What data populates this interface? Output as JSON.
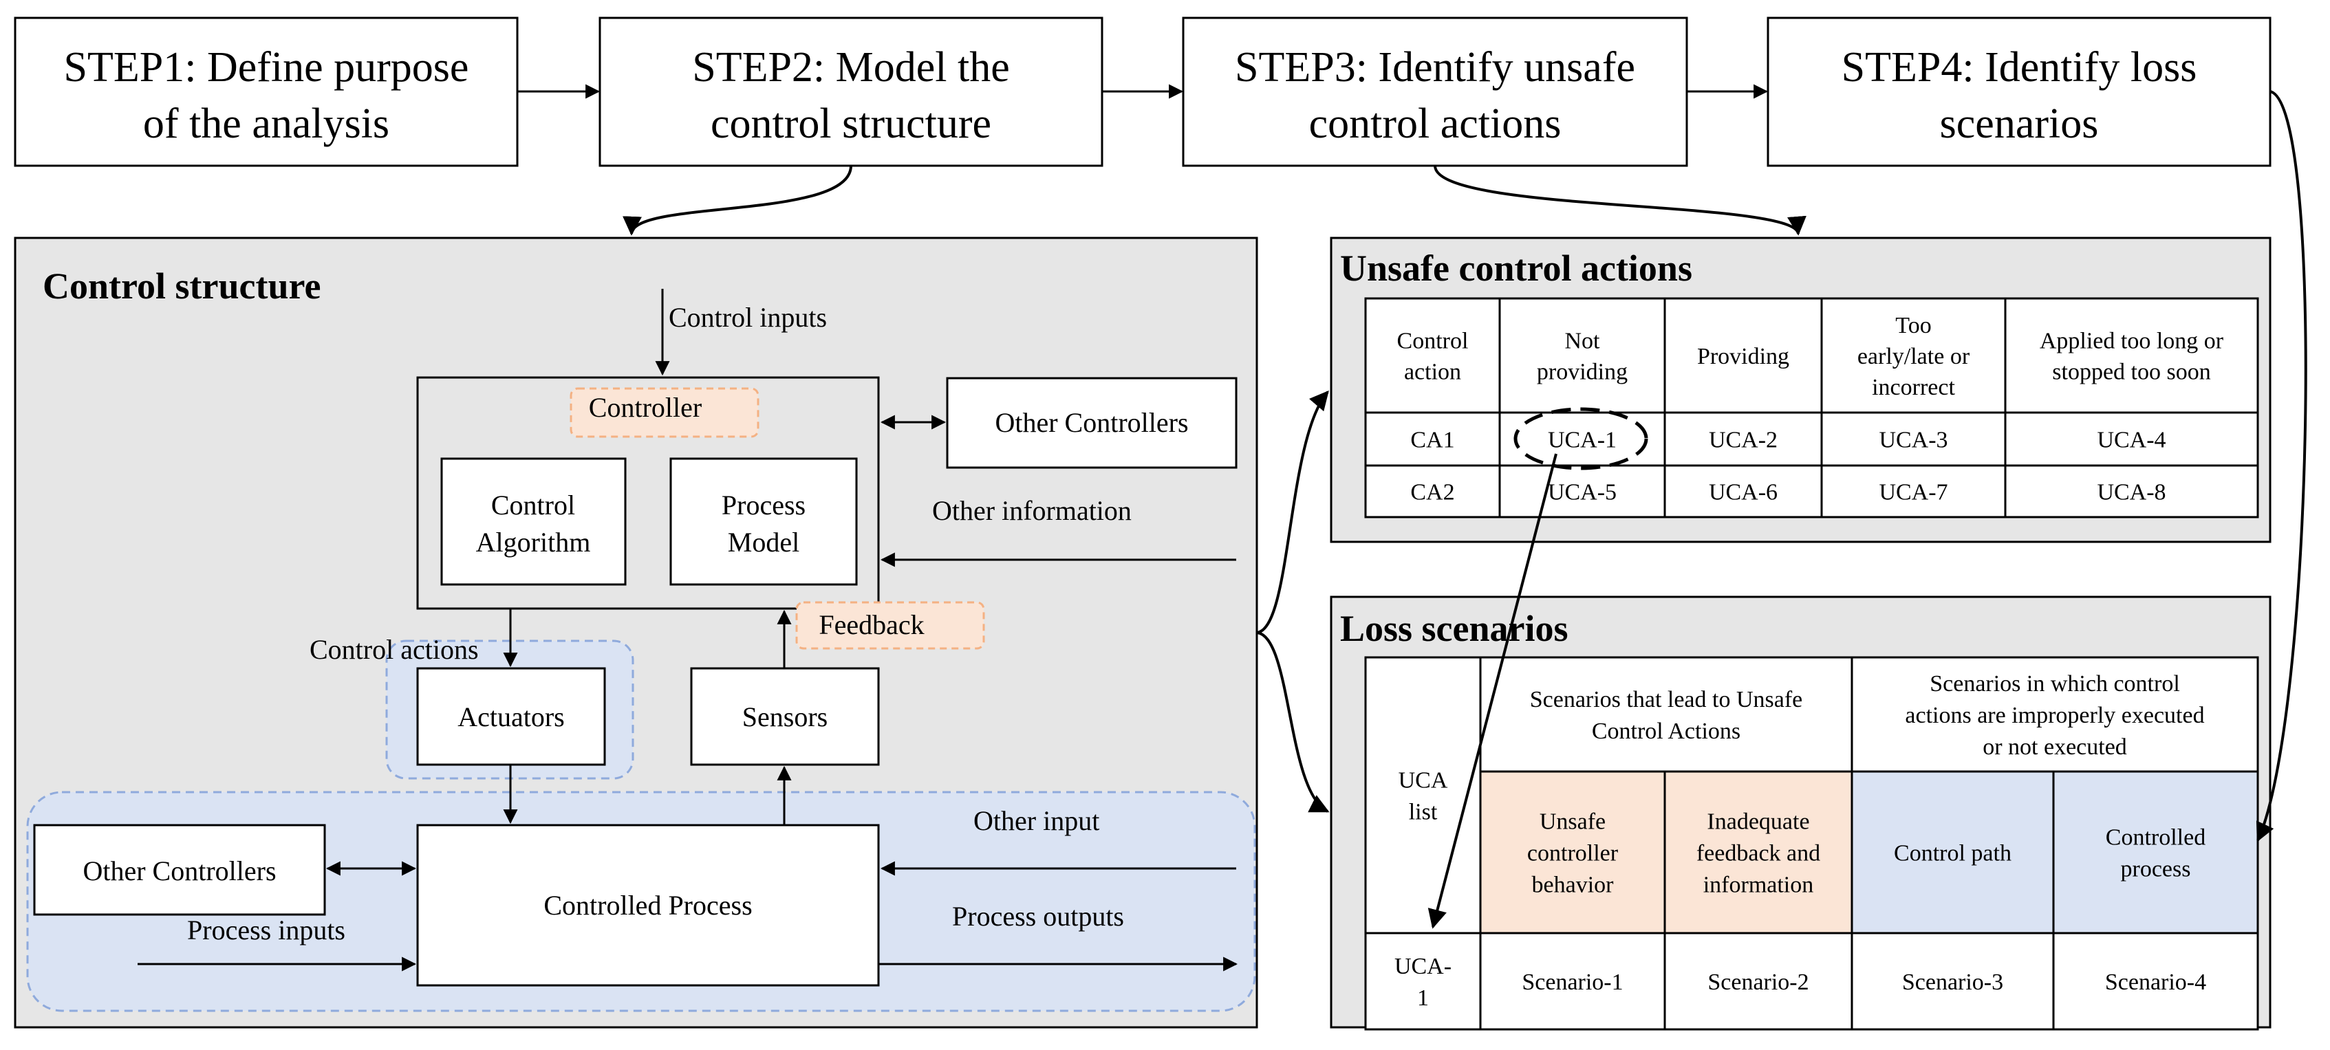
{
  "steps": [
    {
      "line1": "STEP1: Define purpose",
      "line2": "of the analysis"
    },
    {
      "line1": "STEP2: Model the",
      "line2": "control structure"
    },
    {
      "line1": "STEP3: Identify unsafe",
      "line2": "control actions"
    },
    {
      "line1": "STEP4: Identify loss",
      "line2": "scenarios"
    }
  ],
  "control_structure": {
    "title": "Control structure",
    "control_inputs": "Control inputs",
    "controller": "Controller",
    "control_algorithm": {
      "line1": "Control",
      "line2": "Algorithm"
    },
    "process_model": {
      "line1": "Process",
      "line2": "Model"
    },
    "other_controllers_top": "Other Controllers",
    "other_information": "Other information",
    "control_actions": "Control actions",
    "feedback": "Feedback",
    "actuators": "Actuators",
    "sensors": "Sensors",
    "other_input": "Other input",
    "other_controllers_bottom": "Other Controllers",
    "controlled_process": "Controlled Process",
    "process_inputs": "Process inputs",
    "process_outputs": "Process outputs"
  },
  "uca": {
    "title": "Unsafe control actions",
    "headers": [
      [
        "Control",
        "action"
      ],
      [
        "Not",
        "providing"
      ],
      [
        "Providing"
      ],
      [
        "Too",
        "early/late or",
        "incorrect"
      ],
      [
        "Applied too long or",
        "stopped too soon"
      ]
    ],
    "rows": [
      [
        "CA1",
        "UCA-1",
        "UCA-2",
        "UCA-3",
        "UCA-4"
      ],
      [
        "CA2",
        "UCA-5",
        "UCA-6",
        "UCA-7",
        "UCA-8"
      ]
    ]
  },
  "loss": {
    "title": "Loss scenarios",
    "uca_list": [
      "UCA",
      "list"
    ],
    "group1": [
      "Scenarios that lead to Unsafe",
      "Control Actions"
    ],
    "group2": [
      "Scenarios in which control",
      "actions are improperly  executed",
      "or not executed"
    ],
    "sub": [
      [
        "Unsafe",
        "controller",
        "behavior"
      ],
      [
        "Inadequate",
        "feedback and",
        "information"
      ],
      [
        "Control path"
      ],
      [
        "Controlled",
        "process"
      ]
    ],
    "row_label": [
      "UCA-",
      "1"
    ],
    "scenarios": [
      "Scenario-1",
      "Scenario-2",
      "Scenario-3",
      "Scenario-4"
    ]
  },
  "colors": {
    "panel_bg": "#e6e6e6",
    "blue_region": "#dae3f3",
    "blue_dash": "#8faadc",
    "orange_fill": "#fbe5d6",
    "orange_dash": "#f4b183",
    "line": "#000000"
  }
}
